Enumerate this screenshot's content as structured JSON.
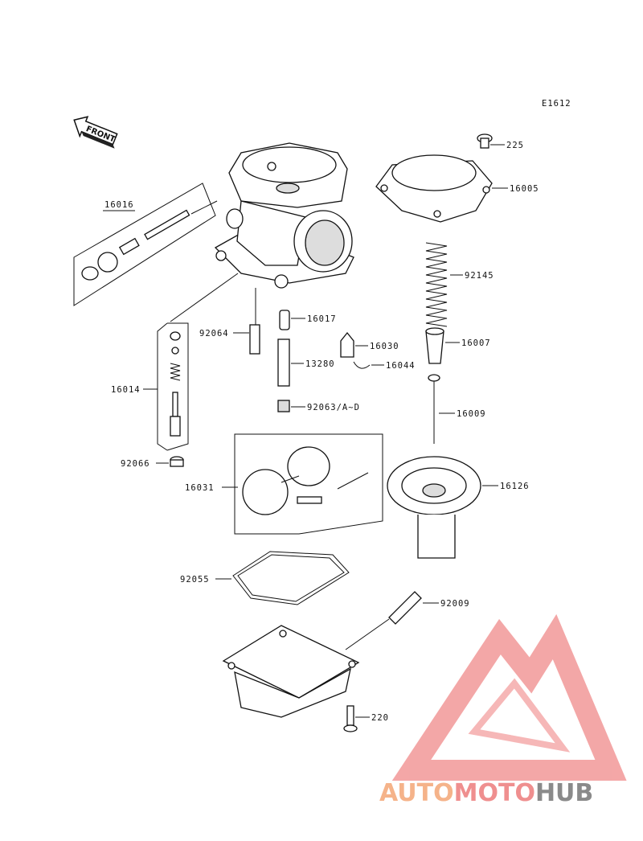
{
  "figure_code": "E1612",
  "front_label": "FRONT",
  "parts": [
    {
      "id": "p225",
      "number": "225"
    },
    {
      "id": "p16005",
      "number": "16005"
    },
    {
      "id": "p16016",
      "number": "16016"
    },
    {
      "id": "p92145",
      "number": "92145"
    },
    {
      "id": "p92064",
      "number": "92064"
    },
    {
      "id": "p16017",
      "number": "16017"
    },
    {
      "id": "p16030",
      "number": "16030"
    },
    {
      "id": "p16007",
      "number": "16007"
    },
    {
      "id": "p13280",
      "number": "13280"
    },
    {
      "id": "p16044",
      "number": "16044"
    },
    {
      "id": "p16014",
      "number": "16014"
    },
    {
      "id": "p92063",
      "number": "92063/A~D"
    },
    {
      "id": "p16009",
      "number": "16009"
    },
    {
      "id": "p92066",
      "number": "92066"
    },
    {
      "id": "p16031",
      "number": "16031"
    },
    {
      "id": "p16126",
      "number": "16126"
    },
    {
      "id": "p92055",
      "number": "92055"
    },
    {
      "id": "p92009",
      "number": "92009"
    },
    {
      "id": "p220",
      "number": "220"
    }
  ],
  "watermark": {
    "part1": "AUTO",
    "part2": "MOTO",
    "part3": "HUB",
    "color1": "#f5b38a",
    "color2": "#ef8f8f",
    "color3": "#8a8a8a"
  }
}
